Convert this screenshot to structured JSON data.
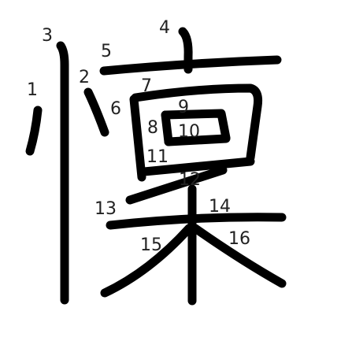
{
  "character": "懍",
  "stroke_numbers": [
    "1",
    "2",
    "3",
    "4",
    "5",
    "6",
    "7",
    "8",
    "9",
    "10",
    "11",
    "12",
    "13",
    "14",
    "15",
    "16"
  ],
  "colors": {
    "stroke": "#000000",
    "label": "#222222",
    "background": "#ffffff"
  }
}
